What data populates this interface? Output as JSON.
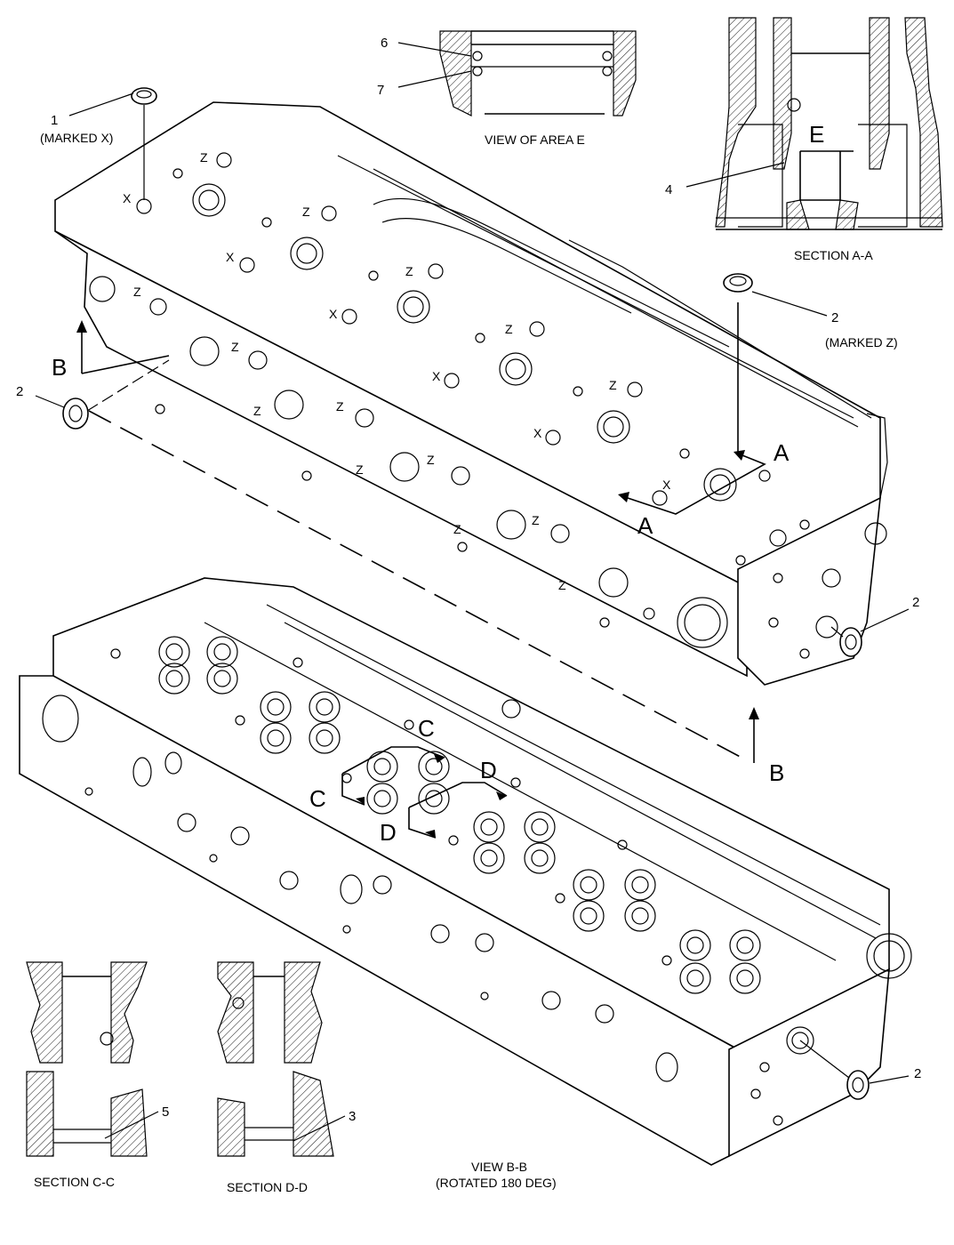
{
  "callouts": {
    "c1": "1",
    "c1_note": "(MARKED X)",
    "c2a": "2",
    "c2a_note": "(MARKED Z)",
    "c2b": "2",
    "c2c": "2",
    "c2d": "2",
    "c3": "3",
    "c4": "4",
    "c5": "5",
    "c6": "6",
    "c7": "7"
  },
  "views": {
    "area_e": "VIEW OF AREA E",
    "section_aa": "SECTION A-A",
    "section_cc": "SECTION C-C",
    "section_dd": "SECTION D-D",
    "view_bb": "VIEW B-B",
    "view_bb_note": "(ROTATED 180 DEG)"
  },
  "section_letters": {
    "a1": "A",
    "a2": "A",
    "b1": "B",
    "b2": "B",
    "c1": "C",
    "c2": "C",
    "d1": "D",
    "d2": "D",
    "e": "E"
  },
  "plug_marks": {
    "x": "X",
    "z": "Z"
  }
}
